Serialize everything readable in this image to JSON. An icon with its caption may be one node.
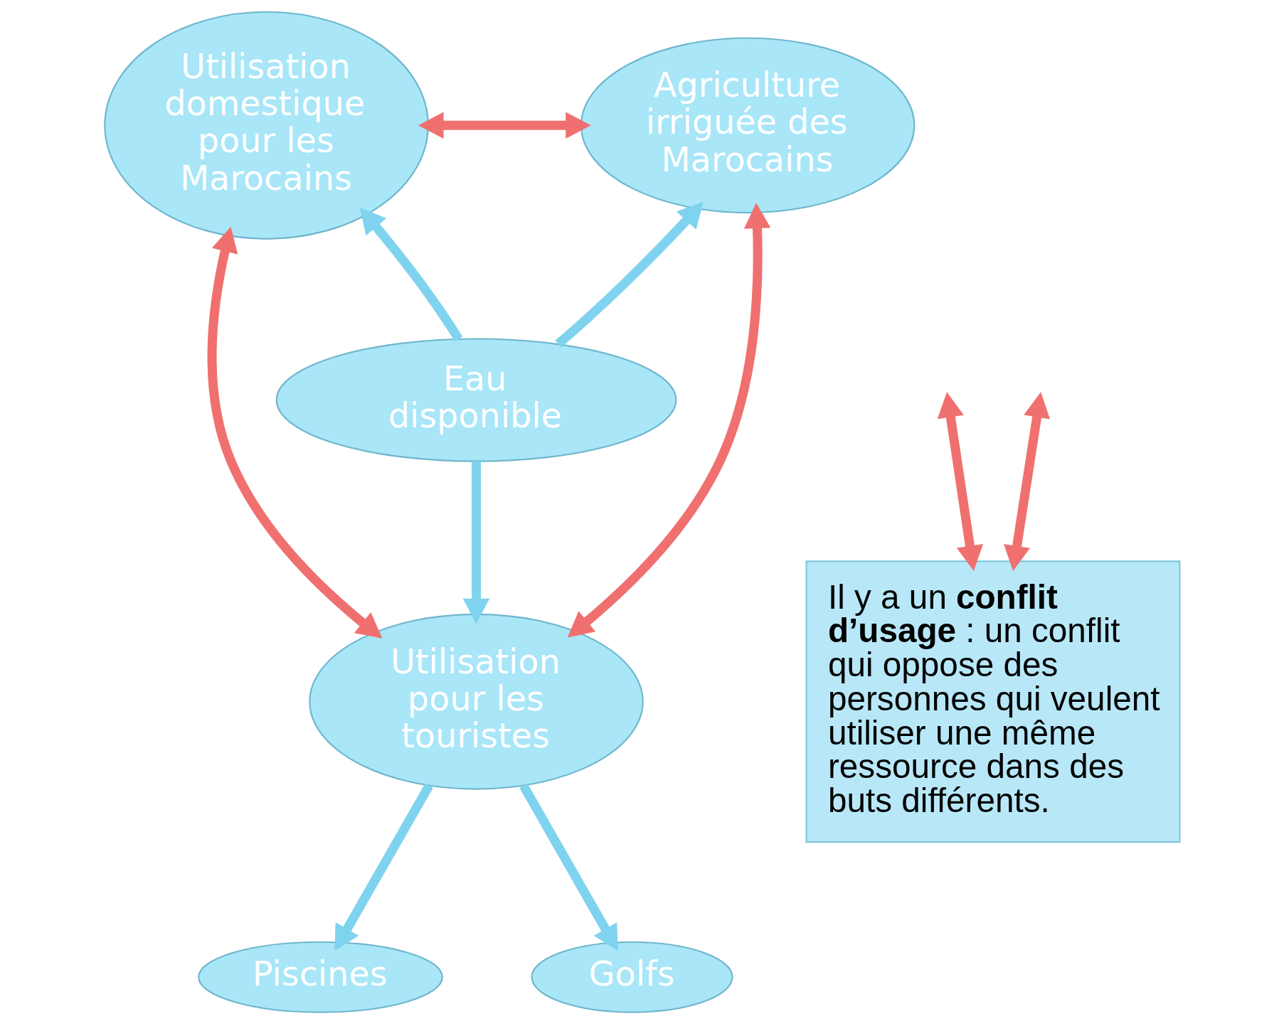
{
  "diagram": {
    "nodes": [
      {
        "text": [
          "Utilisation domestique pour les Marocains"
        ]
      },
      {
        "text": [
          "Agriculture irriguée des Marocains"
        ]
      },
      {
        "text": [
          "Eau disponible"
        ]
      },
      {
        "text": [
          "Utilisation pour les touristes"
        ]
      },
      {
        "text": [
          "Piscines"
        ]
      },
      {
        "text": [
          "Golfs"
        ]
      },
      {
        "text": [
          "Il y a un **conflit d’usage** : un conflit qui oppose des personnes qui veulent utiliser une même ressource dans des buts différents."
        ]
      }
    ],
    "edges": [
      {
        "from": 0,
        "to": 1,
        "arrow": "both",
        "color": "#f07070"
      },
      {
        "from": 2,
        "to": 0,
        "arrow": "to",
        "color": "#7fd3ee"
      },
      {
        "from": 2,
        "to": 1,
        "arrow": "to",
        "color": "#7fd3ee"
      },
      {
        "from": 0,
        "to": 3,
        "arrow": "both",
        "color": "#f07070"
      },
      {
        "from": 1,
        "to": 3,
        "arrow": "both",
        "color": "#f07070"
      },
      {
        "from": 2,
        "to": 3,
        "arrow": "to",
        "color": "#7fd3ee"
      },
      {
        "from": 3,
        "to": 4,
        "arrow": "to",
        "color": "#7fd3ee"
      },
      {
        "from": 3,
        "to": 5,
        "arrow": "to",
        "color": "#7fd3ee"
      },
      {
        "from": null,
        "to": 6,
        "arrow": "both",
        "color": "#f07070"
      },
      {
        "from": null,
        "to": 6,
        "arrow": "both",
        "color": "#f07070"
      }
    ]
  }
}
